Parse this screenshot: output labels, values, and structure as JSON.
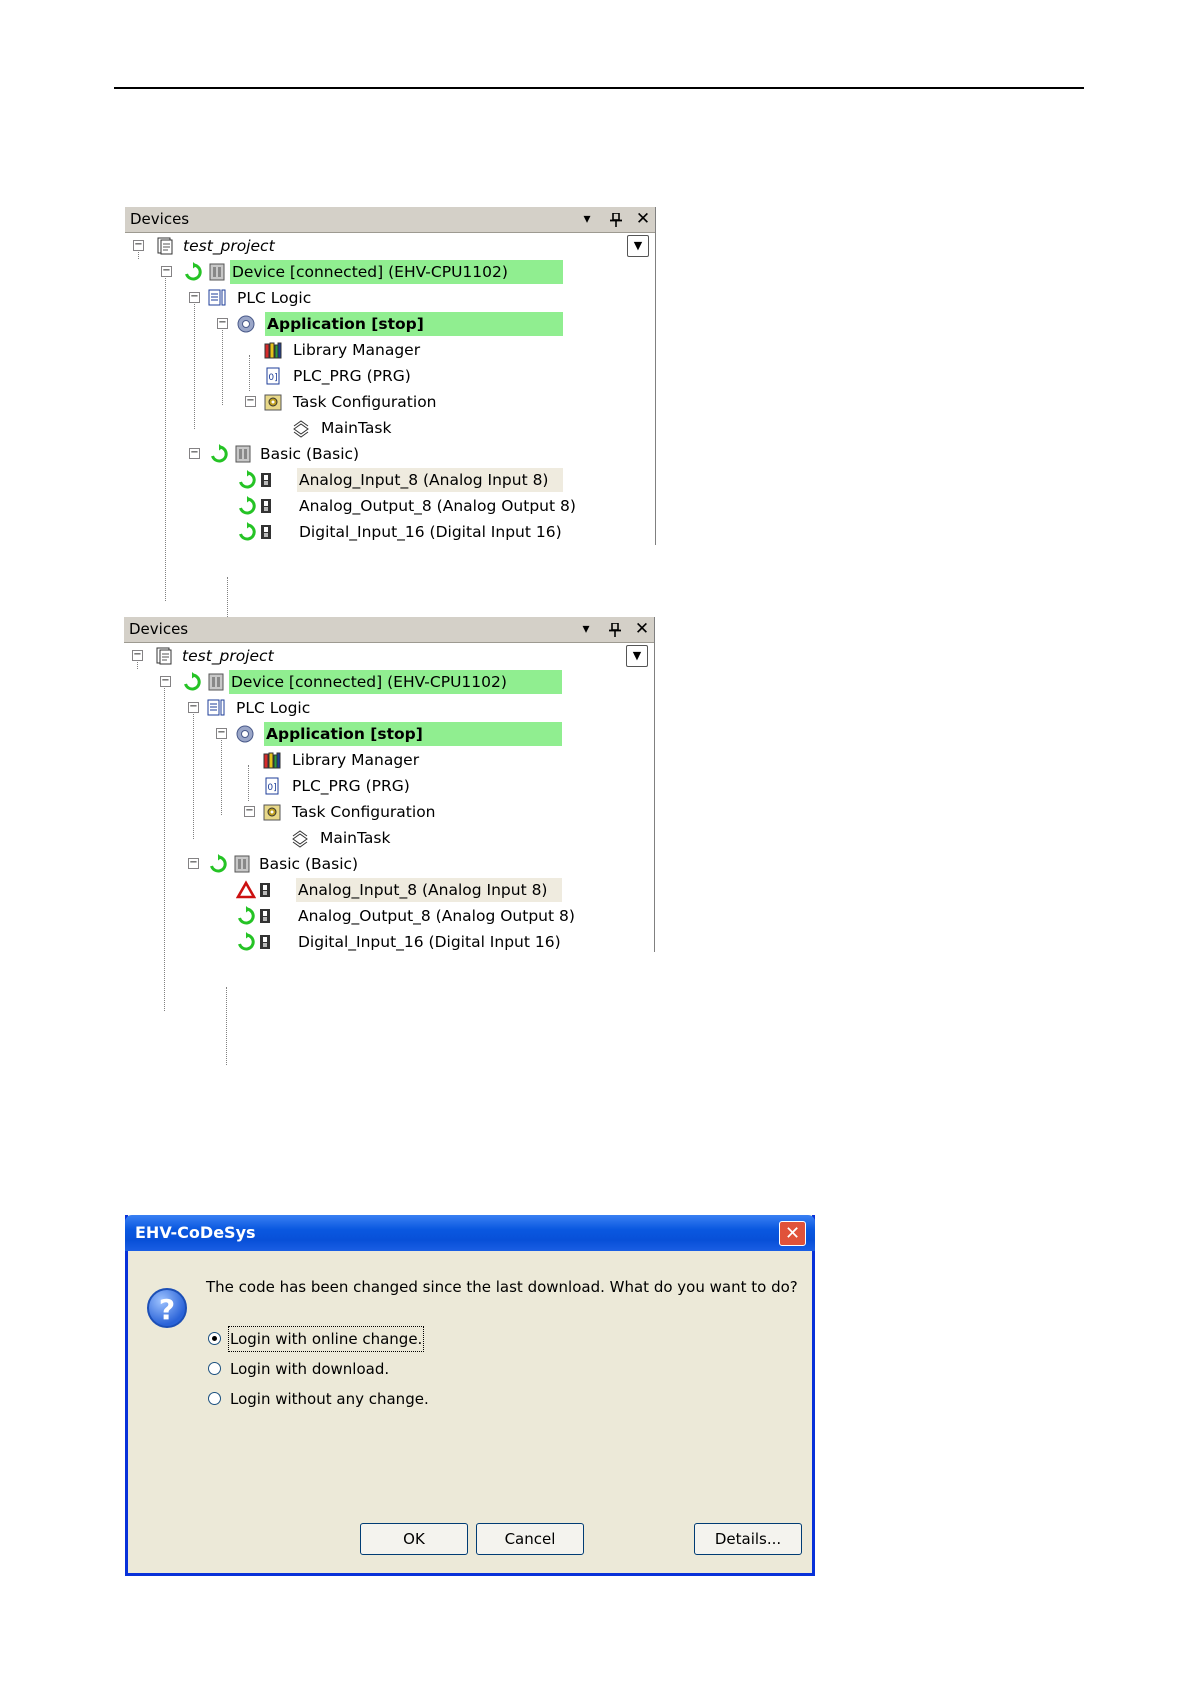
{
  "panels": [
    {
      "title": "Devices",
      "rows": [
        {
          "text": "test_project"
        },
        {
          "text": "Device [connected] (EHV-CPU1102)"
        },
        {
          "text": "PLC Logic"
        },
        {
          "text": "Application [stop]"
        },
        {
          "text": "Library Manager"
        },
        {
          "text": "PLC_PRG (PRG)"
        },
        {
          "text": "Task Configuration"
        },
        {
          "text": "MainTask"
        },
        {
          "text": "Basic (Basic)"
        },
        {
          "text": "Analog_Input_8 (Analog Input 8)",
          "status": "ok"
        },
        {
          "text": "Analog_Output_8 (Analog Output 8)",
          "status": "ok"
        },
        {
          "text": "Digital_Input_16 (Digital Input 16)",
          "status": "ok"
        }
      ]
    },
    {
      "title": "Devices",
      "rows": [
        {
          "text": "test_project"
        },
        {
          "text": "Device [connected] (EHV-CPU1102)"
        },
        {
          "text": "PLC Logic"
        },
        {
          "text": "Application [stop]"
        },
        {
          "text": "Library Manager"
        },
        {
          "text": "PLC_PRG (PRG)"
        },
        {
          "text": "Task Configuration"
        },
        {
          "text": "MainTask"
        },
        {
          "text": "Basic (Basic)"
        },
        {
          "text": "Analog_Input_8 (Analog Input 8)",
          "status": "error"
        },
        {
          "text": "Analog_Output_8 (Analog Output 8)",
          "status": "ok"
        },
        {
          "text": "Digital_Input_16 (Digital Input 16)",
          "status": "ok"
        }
      ]
    }
  ],
  "dialog": {
    "title": "EHV-CoDeSys",
    "close_glyph": "✕",
    "icon_glyph": "?",
    "message": "The code has been changed since the last download. What do you want to do?",
    "options": [
      {
        "label": "Login with online change.",
        "selected": true
      },
      {
        "label": "Login with download.",
        "selected": false
      },
      {
        "label": "Login without any change.",
        "selected": false
      }
    ],
    "buttons": {
      "ok": "OK",
      "cancel": "Cancel",
      "details": "Details..."
    }
  },
  "colors": {
    "connected_highlight": "#90ee90",
    "selected_row": "#efebdf",
    "titlebar": "#0a58e0"
  }
}
